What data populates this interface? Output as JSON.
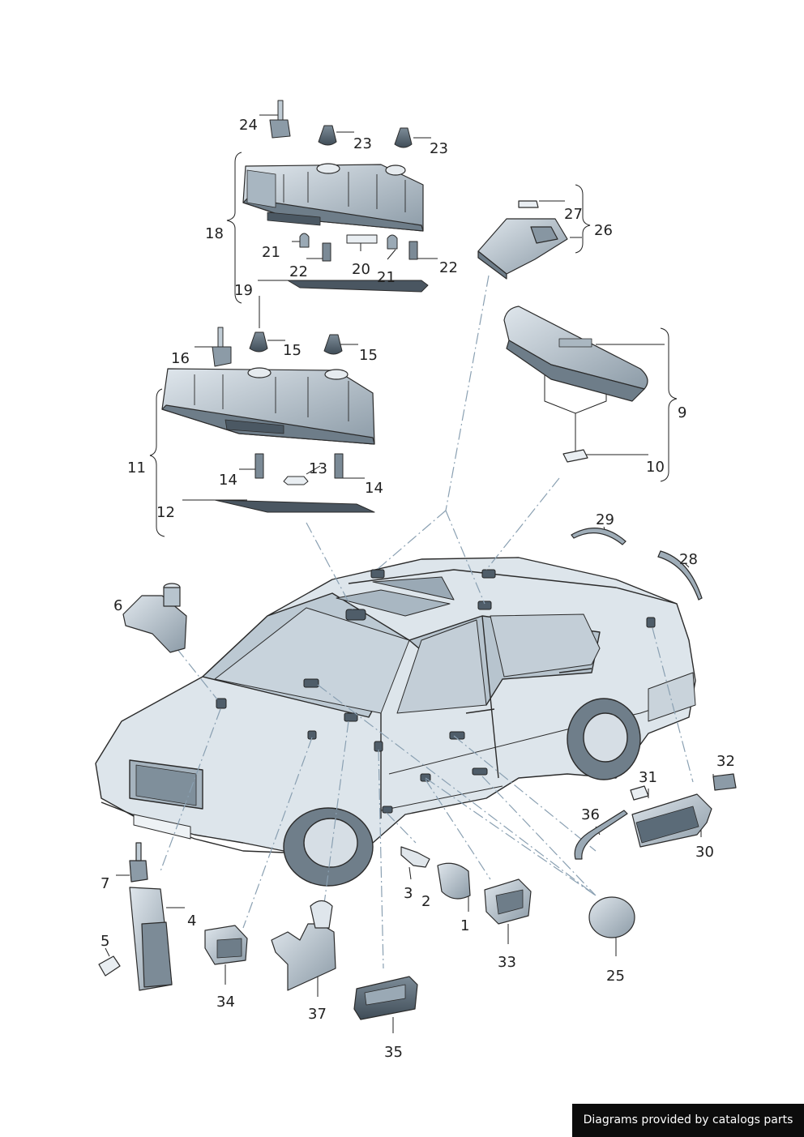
{
  "diagram": {
    "callouts": [
      "1",
      "2",
      "3",
      "4",
      "5",
      "6",
      "7",
      "9",
      "10",
      "11",
      "12",
      "13",
      "14",
      "14",
      "15",
      "15",
      "16",
      "18",
      "19",
      "20",
      "21",
      "21",
      "22",
      "22",
      "23",
      "23",
      "24",
      "25",
      "26",
      "27",
      "28",
      "29",
      "30",
      "31",
      "32",
      "33",
      "34",
      "35",
      "36",
      "37"
    ]
  },
  "footer": {
    "credit": "Diagrams provided by catalogs parts"
  },
  "colors": {
    "part_fill": "#c9d3db",
    "part_dark": "#5b6b78",
    "line": "#2b2b2b",
    "leader": "#8aa0b2"
  }
}
